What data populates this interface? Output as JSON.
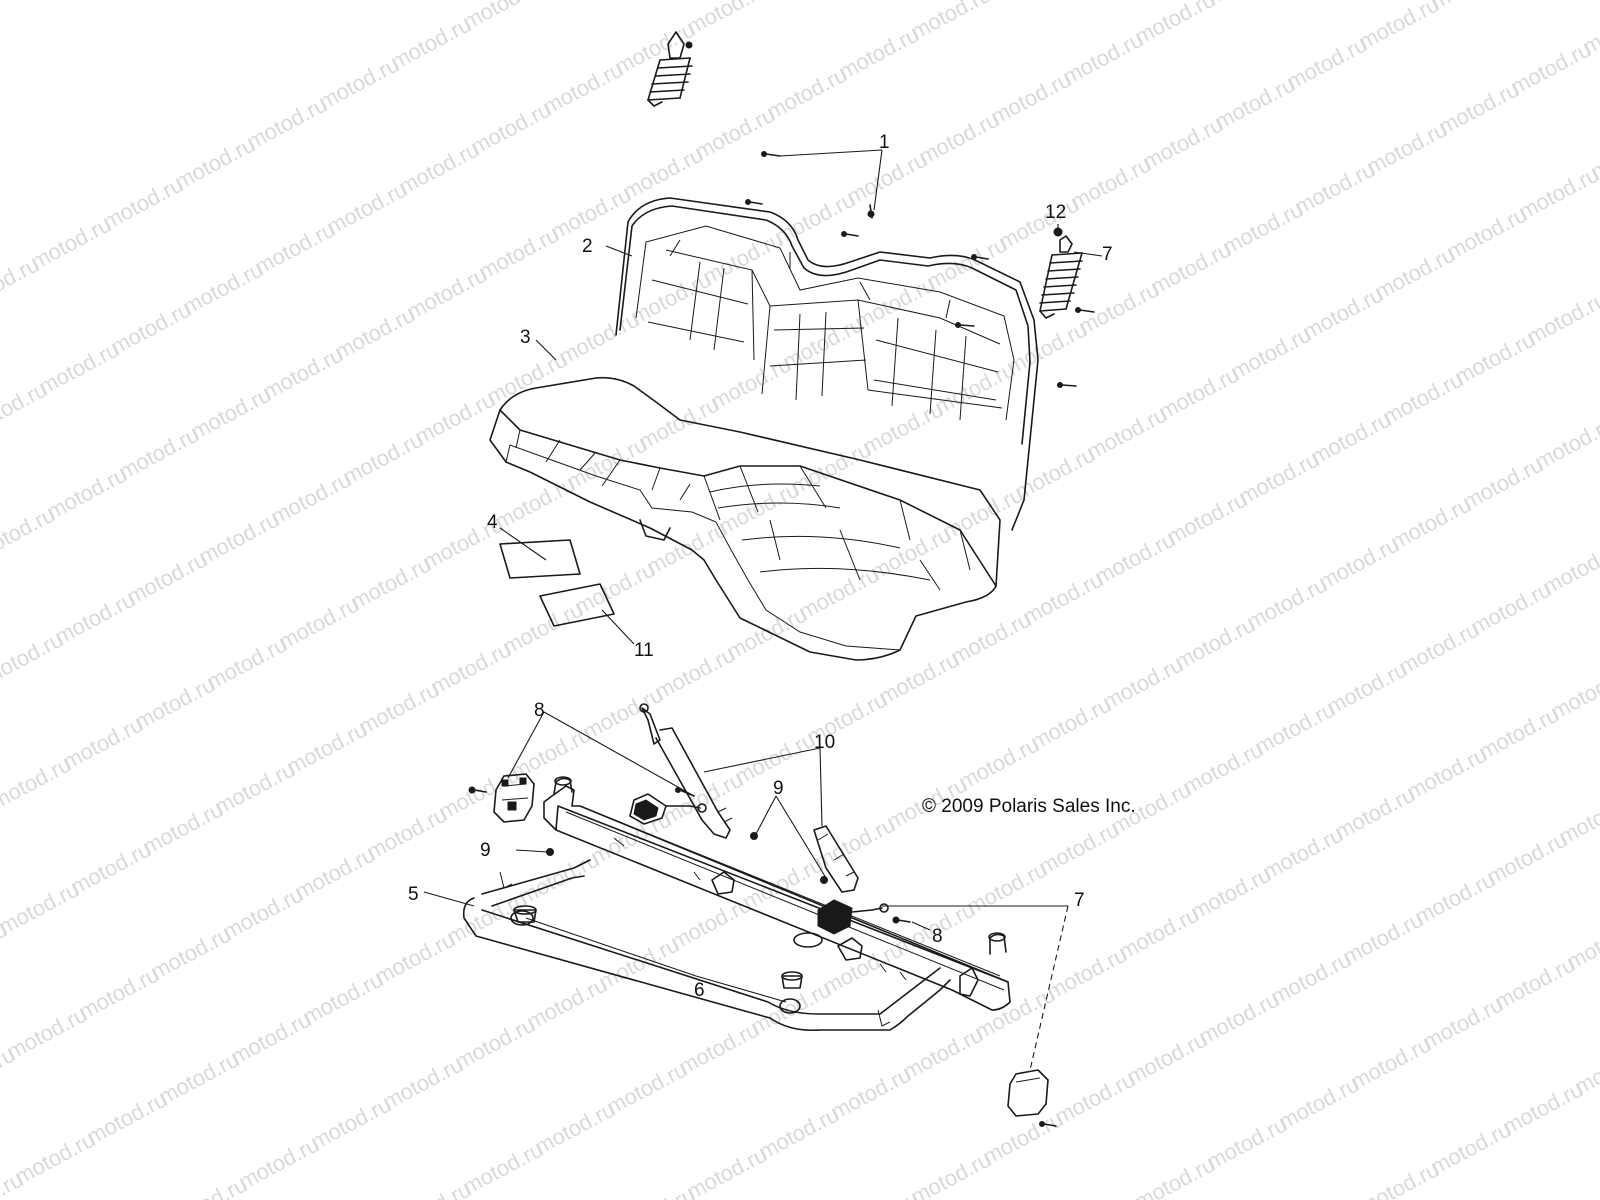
{
  "watermark": {
    "text": "motod.ru"
  },
  "copyright": "© 2009 Polaris Sales Inc.",
  "callouts": {
    "c1": "1",
    "c2": "2",
    "c3": "3",
    "c4": "4",
    "c5": "5",
    "c6": "6",
    "c7a": "7",
    "c7b": "7",
    "c8a": "8",
    "c8b": "8",
    "c9a": "9",
    "c9b": "9",
    "c10": "10",
    "c11": "11",
    "c12": "12"
  }
}
